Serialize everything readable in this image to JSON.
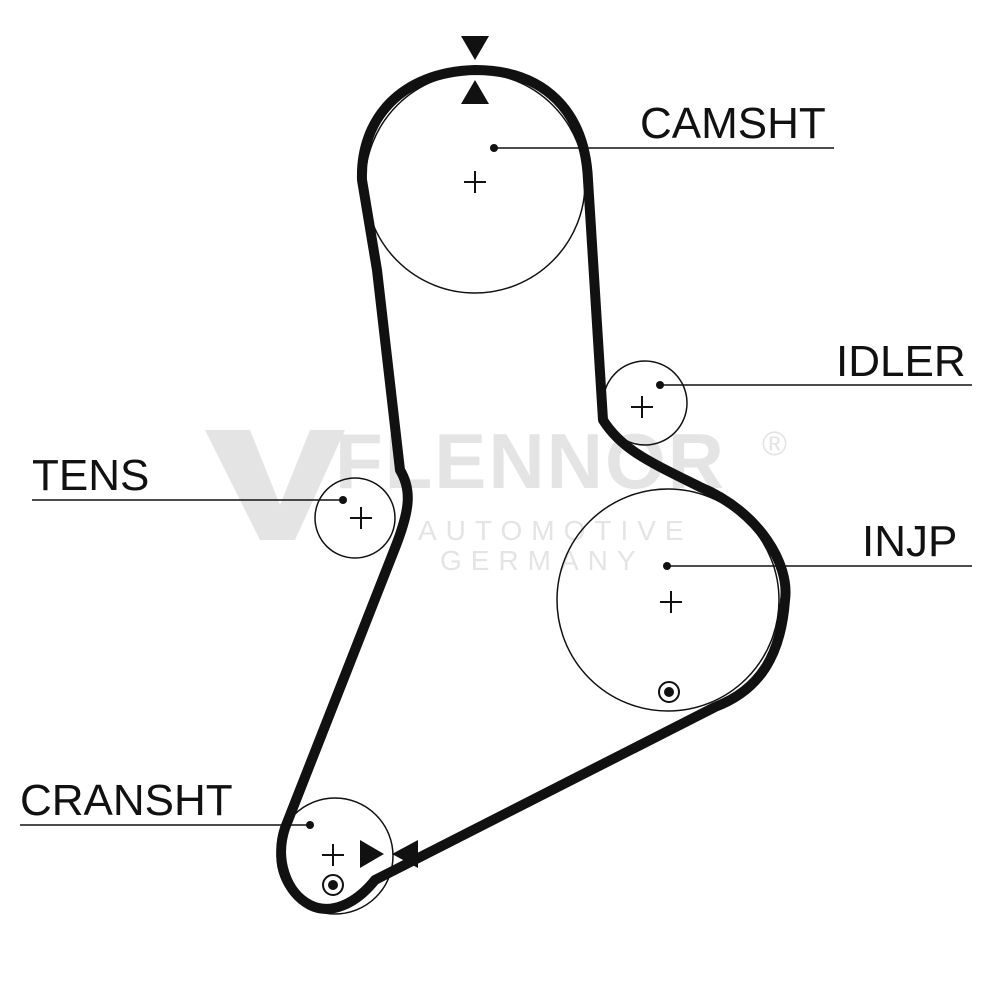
{
  "watermark": {
    "brand": "FLENNOR",
    "registered": "®",
    "line1": "AUTOMOTIVE",
    "line2": "GERMANY"
  },
  "labels": {
    "camshaft": "CAMSHT",
    "idler": "IDLER",
    "tensioner": "TENS",
    "injection_pump": "INJP",
    "crankshaft": "CRANSHT"
  },
  "colors": {
    "belt": "#111111",
    "line": "#111111",
    "watermark": "#e4e4e4"
  }
}
